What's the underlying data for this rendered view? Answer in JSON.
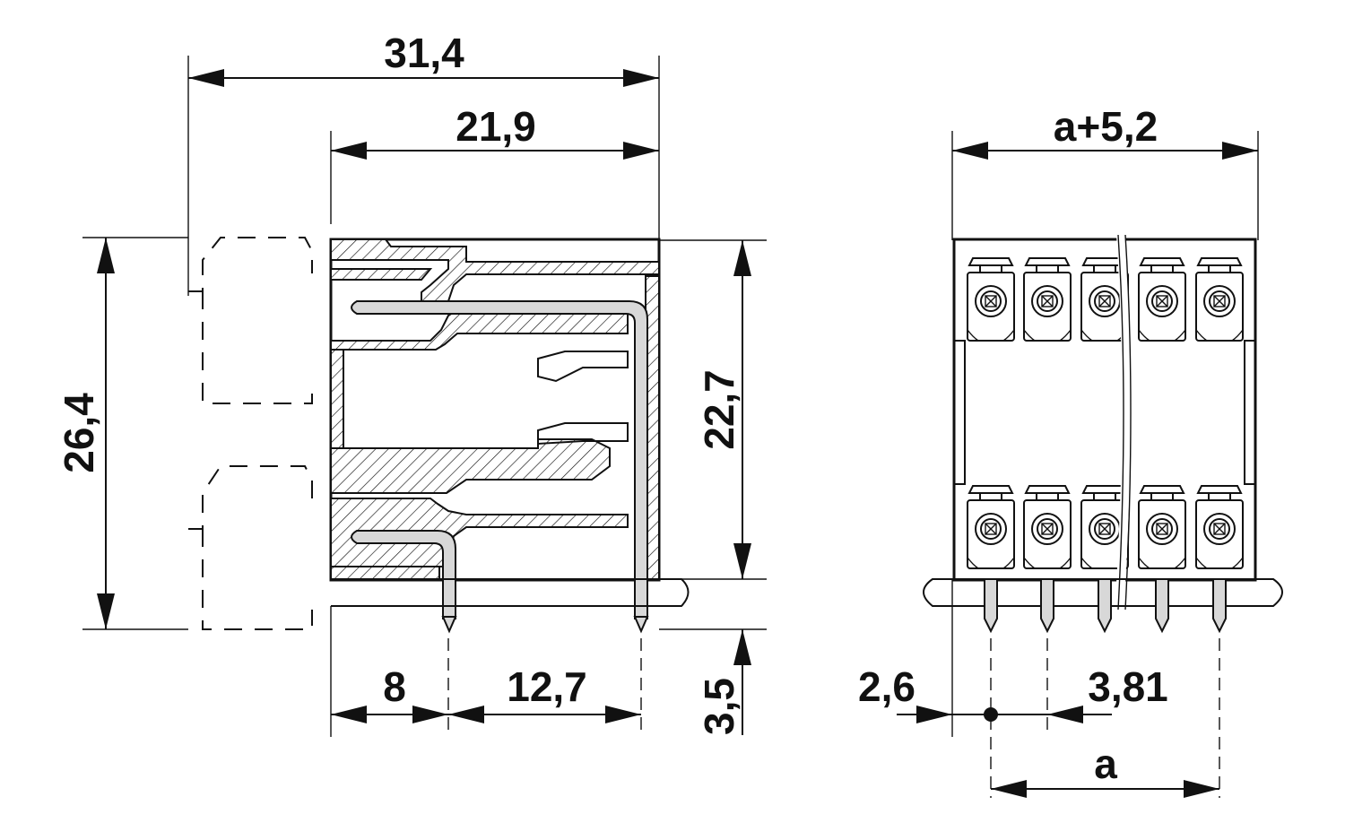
{
  "dimensions": {
    "overall_width": "31,4",
    "housing_width": "21,9",
    "overall_height": "26,4",
    "housing_height": "22,7",
    "pin_length": "3,5",
    "pin_offset_front": "8",
    "pin_row_spacing": "12,7",
    "front_width": "a+5,2",
    "edge_offset": "2,6",
    "pitch": "3,81",
    "pitch_span": "a"
  }
}
